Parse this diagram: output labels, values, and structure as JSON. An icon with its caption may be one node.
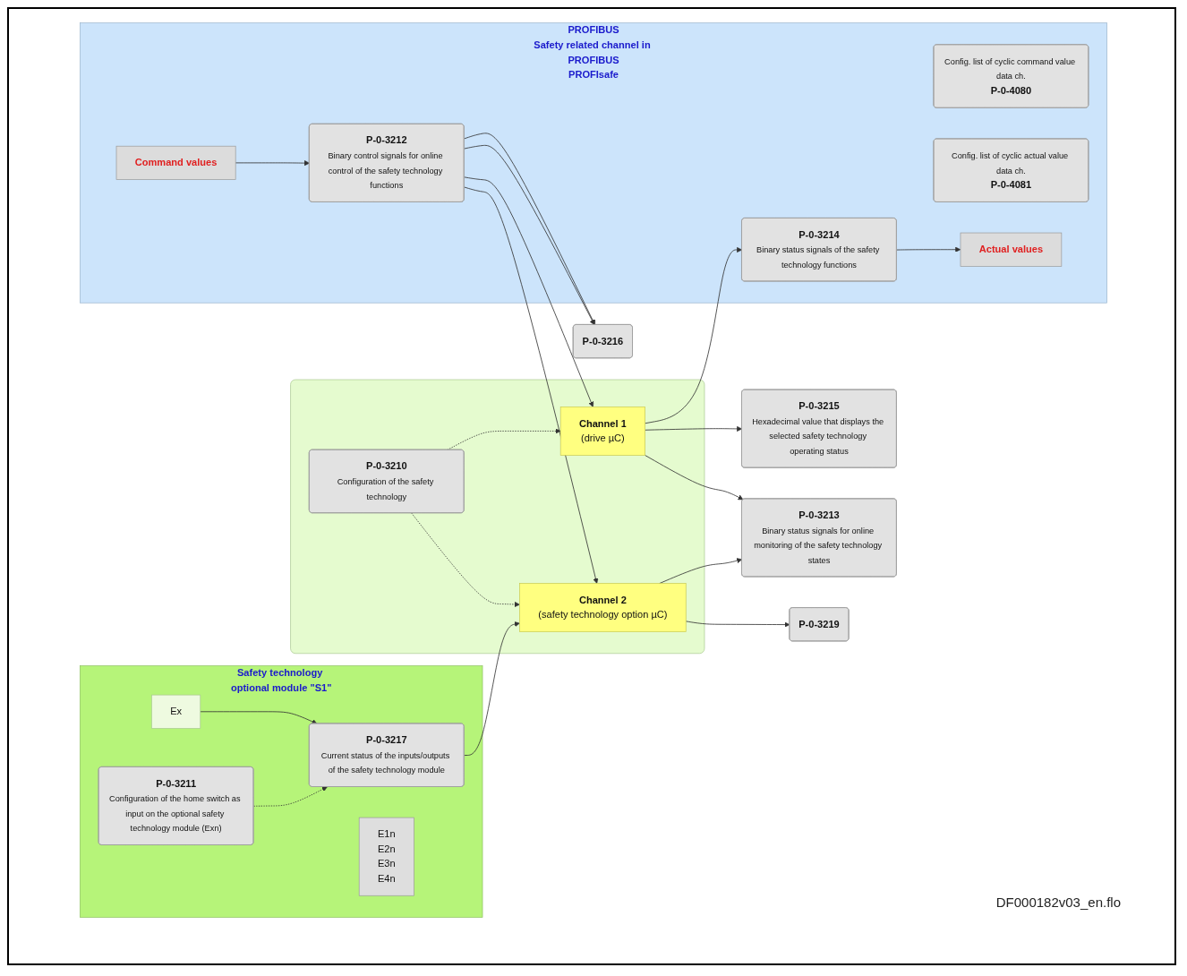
{
  "diagram": {
    "nodes": [
      {
        "text": [
          "PROFIBUS",
          "Safety related channel in PROFIBUS",
          "PROFIsafe"
        ]
      },
      {
        "text": [
          "Config. list of cyclic command value data ch.",
          "P-0-4080"
        ],
        "in": 0
      },
      {
        "text": [
          "Config. list of cyclic actual value data ch.",
          "P-0-4081"
        ],
        "in": 0
      },
      {
        "text": [
          "Actual values"
        ],
        "in": 0
      },
      {
        "text": [
          "P-0-3214",
          "Binary status signals of the safety technology functions"
        ],
        "in": 0
      },
      {
        "text": [
          "Command values"
        ],
        "in": 0
      },
      {
        "text": [
          "P-0-3212",
          "Binary control signals for online control of the safety technology functions"
        ],
        "in": 0
      },
      {
        "text": [],
        "shape": "box"
      },
      {
        "text": [
          "Channel 1",
          "(drive µC)"
        ],
        "in": 7
      },
      {
        "text": [
          "P-0-3210",
          "Configuration of the safety technology"
        ],
        "in": 7
      },
      {
        "text": [
          "Channel 2",
          "(safety technology option µC)"
        ],
        "in": 7
      },
      {
        "text": [
          "P-0-3215",
          "Hexadecimal value that displays the selected safety technology operating status"
        ]
      },
      {
        "text": [
          "P-0-3213",
          "Binary status signals for online monitoring of the safety technology states"
        ]
      },
      {
        "text": [
          "P-0-3219"
        ]
      },
      {
        "text": [
          "P-0-3216"
        ]
      },
      {
        "text": [
          "Safety technology optional module \"S1\""
        ]
      },
      {
        "text": [
          "Ex"
        ],
        "in": 15
      },
      {
        "text": [
          "P-0-3217",
          "Current status of the inputs/outputs of the safety technology module"
        ],
        "in": 15
      },
      {
        "text": [
          "P-0-3211",
          "Configuration of the home switch as input on the optional safety technology module (Exn)"
        ],
        "in": 15
      },
      {
        "text": [
          "E1n",
          "E2n",
          "E3n",
          "E4n"
        ],
        "in": 15
      }
    ],
    "edges": [
      {
        "from": 8,
        "to": 4,
        "arrow": "to"
      },
      {
        "from": 4,
        "to": 3,
        "arrow": "to"
      },
      {
        "from": 5,
        "to": 6,
        "arrow": "to"
      },
      {
        "from": 6,
        "to": 8,
        "arrow": "to"
      },
      {
        "from": 6,
        "to": 10,
        "arrow": "to"
      },
      {
        "from": 6,
        "to": 14,
        "arrow": "to"
      },
      {
        "from": 6,
        "to": 14,
        "arrow": "to"
      },
      {
        "from": 9,
        "to": 8,
        "arrow": "to",
        "style": "dashed"
      },
      {
        "from": 9,
        "to": 10,
        "arrow": "to",
        "style": "dashed"
      },
      {
        "from": 8,
        "to": 11,
        "arrow": "to"
      },
      {
        "from": 8,
        "to": 12,
        "arrow": "to"
      },
      {
        "from": 10,
        "to": 12,
        "arrow": "to"
      },
      {
        "from": 10,
        "to": 13,
        "arrow": "to"
      },
      {
        "from": 16,
        "to": 17,
        "arrow": "to"
      },
      {
        "from": 18,
        "to": 17,
        "arrow": "to",
        "style": "dashed"
      },
      {
        "from": 17,
        "to": 10,
        "arrow": "to"
      }
    ],
    "labels": [
      "DF000182v03_en.flo"
    ]
  }
}
